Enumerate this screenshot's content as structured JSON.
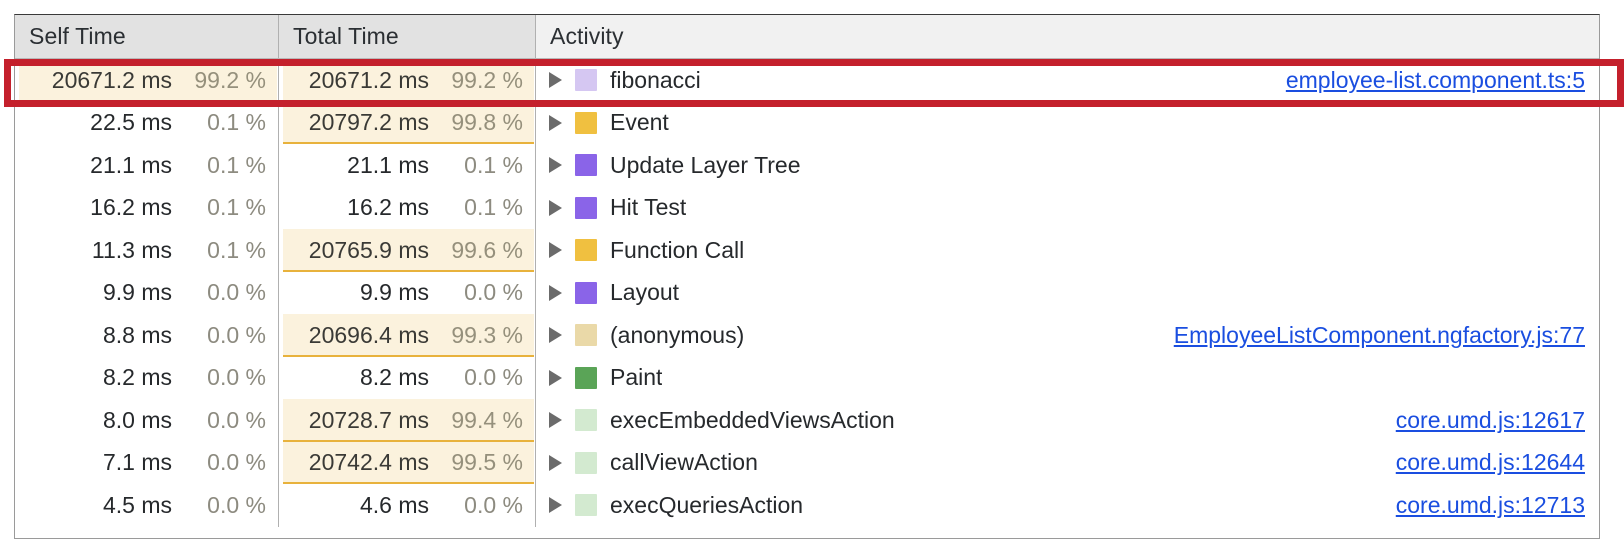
{
  "panel": {
    "name": "performance-bottom-up-tree"
  },
  "columns": {
    "self_time": "Self Time",
    "total_time": "Total Time",
    "activity": "Activity"
  },
  "colors": {
    "heat_background": "#fbf2dd",
    "heat_bar": "#e8b23c",
    "link": "#1a4ee0",
    "annotation_red": "#c4202c",
    "header_background": "#e2e2e2",
    "activity_header_background": "#f1f1f1"
  },
  "annotation": {
    "target_row_index": 0,
    "shape": "rectangle",
    "color": "#c4202c"
  },
  "rows": [
    {
      "self_ms": "20671.2 ms",
      "self_pct": "99.2 %",
      "self_heat": true,
      "total_ms": "20671.2 ms",
      "total_pct": "99.2 %",
      "total_heat": true,
      "activity": "fibonacci",
      "swatch": "#d5c7f2",
      "swatch_name": "scripting-light-swatch",
      "link": "employee-list.component.ts:5",
      "highlighted": true
    },
    {
      "self_ms": "22.5 ms",
      "self_pct": "0.1 %",
      "self_heat": false,
      "total_ms": "20797.2 ms",
      "total_pct": "99.8 %",
      "total_heat": true,
      "activity": "Event",
      "swatch": "#f0c040",
      "swatch_name": "scripting-swatch",
      "link": "",
      "highlighted": false
    },
    {
      "self_ms": "21.1 ms",
      "self_pct": "0.1 %",
      "self_heat": false,
      "total_ms": "21.1 ms",
      "total_pct": "0.1 %",
      "total_heat": false,
      "activity": "Update Layer Tree",
      "swatch": "#8a64e8",
      "swatch_name": "rendering-swatch",
      "link": "",
      "highlighted": false
    },
    {
      "self_ms": "16.2 ms",
      "self_pct": "0.1 %",
      "self_heat": false,
      "total_ms": "16.2 ms",
      "total_pct": "0.1 %",
      "total_heat": false,
      "activity": "Hit Test",
      "swatch": "#8a64e8",
      "swatch_name": "rendering-swatch",
      "link": "",
      "highlighted": false
    },
    {
      "self_ms": "11.3 ms",
      "self_pct": "0.1 %",
      "self_heat": false,
      "total_ms": "20765.9 ms",
      "total_pct": "99.6 %",
      "total_heat": true,
      "activity": "Function Call",
      "swatch": "#f0c040",
      "swatch_name": "scripting-swatch",
      "link": "",
      "highlighted": false
    },
    {
      "self_ms": "9.9 ms",
      "self_pct": "0.0 %",
      "self_heat": false,
      "total_ms": "9.9 ms",
      "total_pct": "0.0 %",
      "total_heat": false,
      "activity": "Layout",
      "swatch": "#8a64e8",
      "swatch_name": "rendering-swatch",
      "link": "",
      "highlighted": false
    },
    {
      "self_ms": "8.8 ms",
      "self_pct": "0.0 %",
      "self_heat": false,
      "total_ms": "20696.4 ms",
      "total_pct": "99.3 %",
      "total_heat": true,
      "activity": "(anonymous)",
      "swatch": "#ead9a8",
      "swatch_name": "scripting-pale-swatch",
      "link": "EmployeeListComponent.ngfactory.js:77",
      "highlighted": false
    },
    {
      "self_ms": "8.2 ms",
      "self_pct": "0.0 %",
      "self_heat": false,
      "total_ms": "8.2 ms",
      "total_pct": "0.0 %",
      "total_heat": false,
      "activity": "Paint",
      "swatch": "#5aa457",
      "swatch_name": "painting-swatch",
      "link": "",
      "highlighted": false
    },
    {
      "self_ms": "8.0 ms",
      "self_pct": "0.0 %",
      "self_heat": false,
      "total_ms": "20728.7 ms",
      "total_pct": "99.4 %",
      "total_heat": true,
      "activity": "execEmbeddedViewsAction",
      "swatch": "#d3ead0",
      "swatch_name": "painting-pale-swatch",
      "link": "core.umd.js:12617",
      "highlighted": false
    },
    {
      "self_ms": "7.1 ms",
      "self_pct": "0.0 %",
      "self_heat": false,
      "total_ms": "20742.4 ms",
      "total_pct": "99.5 %",
      "total_heat": true,
      "activity": "callViewAction",
      "swatch": "#d3ead0",
      "swatch_name": "painting-pale-swatch",
      "link": "core.umd.js:12644",
      "highlighted": false
    },
    {
      "self_ms": "4.5 ms",
      "self_pct": "0.0 %",
      "self_heat": false,
      "total_ms": "4.6 ms",
      "total_pct": "0.0 %",
      "total_heat": false,
      "activity": "execQueriesAction",
      "swatch": "#d3ead0",
      "swatch_name": "painting-pale-swatch",
      "link": "core.umd.js:12713",
      "highlighted": false
    }
  ]
}
